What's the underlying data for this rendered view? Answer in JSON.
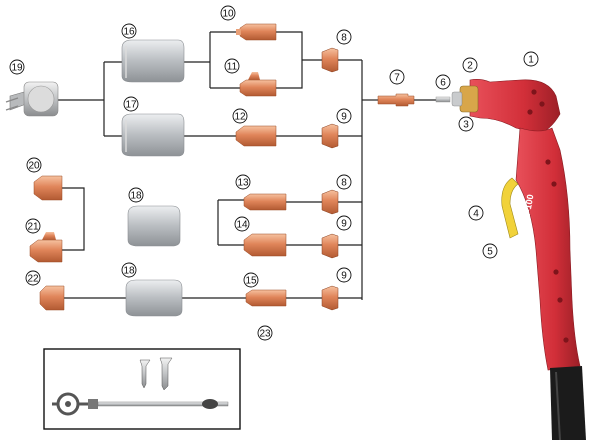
{
  "torch_label": "IPT-100",
  "callouts": [
    "1",
    "2",
    "3",
    "4",
    "5",
    "6",
    "7",
    "8",
    "8",
    "9",
    "9",
    "9",
    "10",
    "11",
    "12",
    "13",
    "14",
    "15",
    "16",
    "17",
    "18",
    "18",
    "19",
    "20",
    "21",
    "22",
    "23"
  ],
  "colors": {
    "copper": "#d9774a",
    "copper_light": "#f3b48e",
    "ceramic": "#b5b9bd",
    "ceramic_light": "#dcdfe2",
    "torch_red": "#d9363e",
    "torch_red_dark": "#a8232b",
    "trigger": "#f1d23a",
    "line": "#222222",
    "silver": "#c9cbcd"
  },
  "icons": [
    "shield-cup-icon",
    "tip-icon",
    "swirl-ring-icon",
    "electrode-icon",
    "spacer-icon",
    "circle-guide-kit-icon",
    "torch-handle-icon",
    "trigger-icon"
  ]
}
